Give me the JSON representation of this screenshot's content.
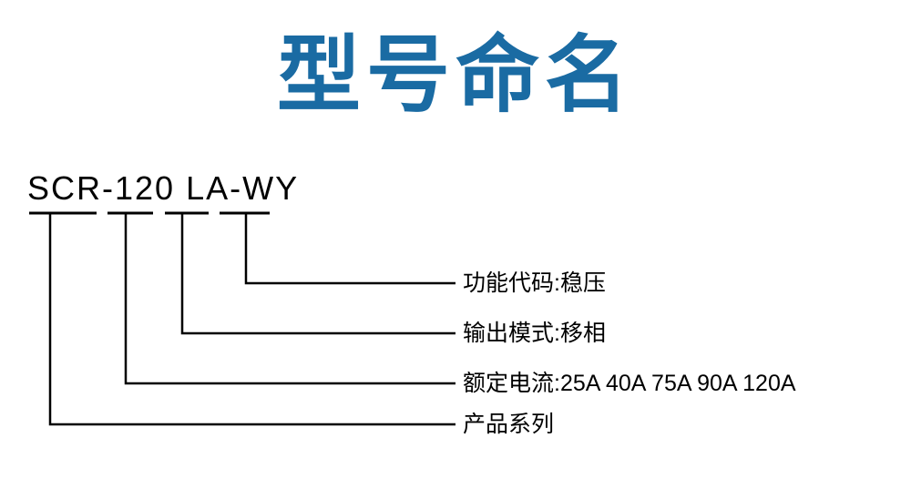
{
  "page": {
    "title": "型号命名"
  },
  "model": {
    "code": "SCR-120 LA-WY",
    "segments": [
      {
        "part": "SCR",
        "meaning": "产品系列"
      },
      {
        "part": "120",
        "meaning": "额定电流"
      },
      {
        "part": "LA",
        "meaning": "输出模式"
      },
      {
        "part": "WY",
        "meaning": "功能代码"
      }
    ]
  },
  "labels": [
    {
      "text": "功能代码:稳压"
    },
    {
      "text": "输出模式:移相"
    },
    {
      "text": "额定电流:25A 40A 75A 90A 120A"
    },
    {
      "text": "产品系列"
    }
  ],
  "colors": {
    "title": "#1a6ba3",
    "line": "#000000",
    "text": "#000000",
    "background": "#ffffff"
  }
}
